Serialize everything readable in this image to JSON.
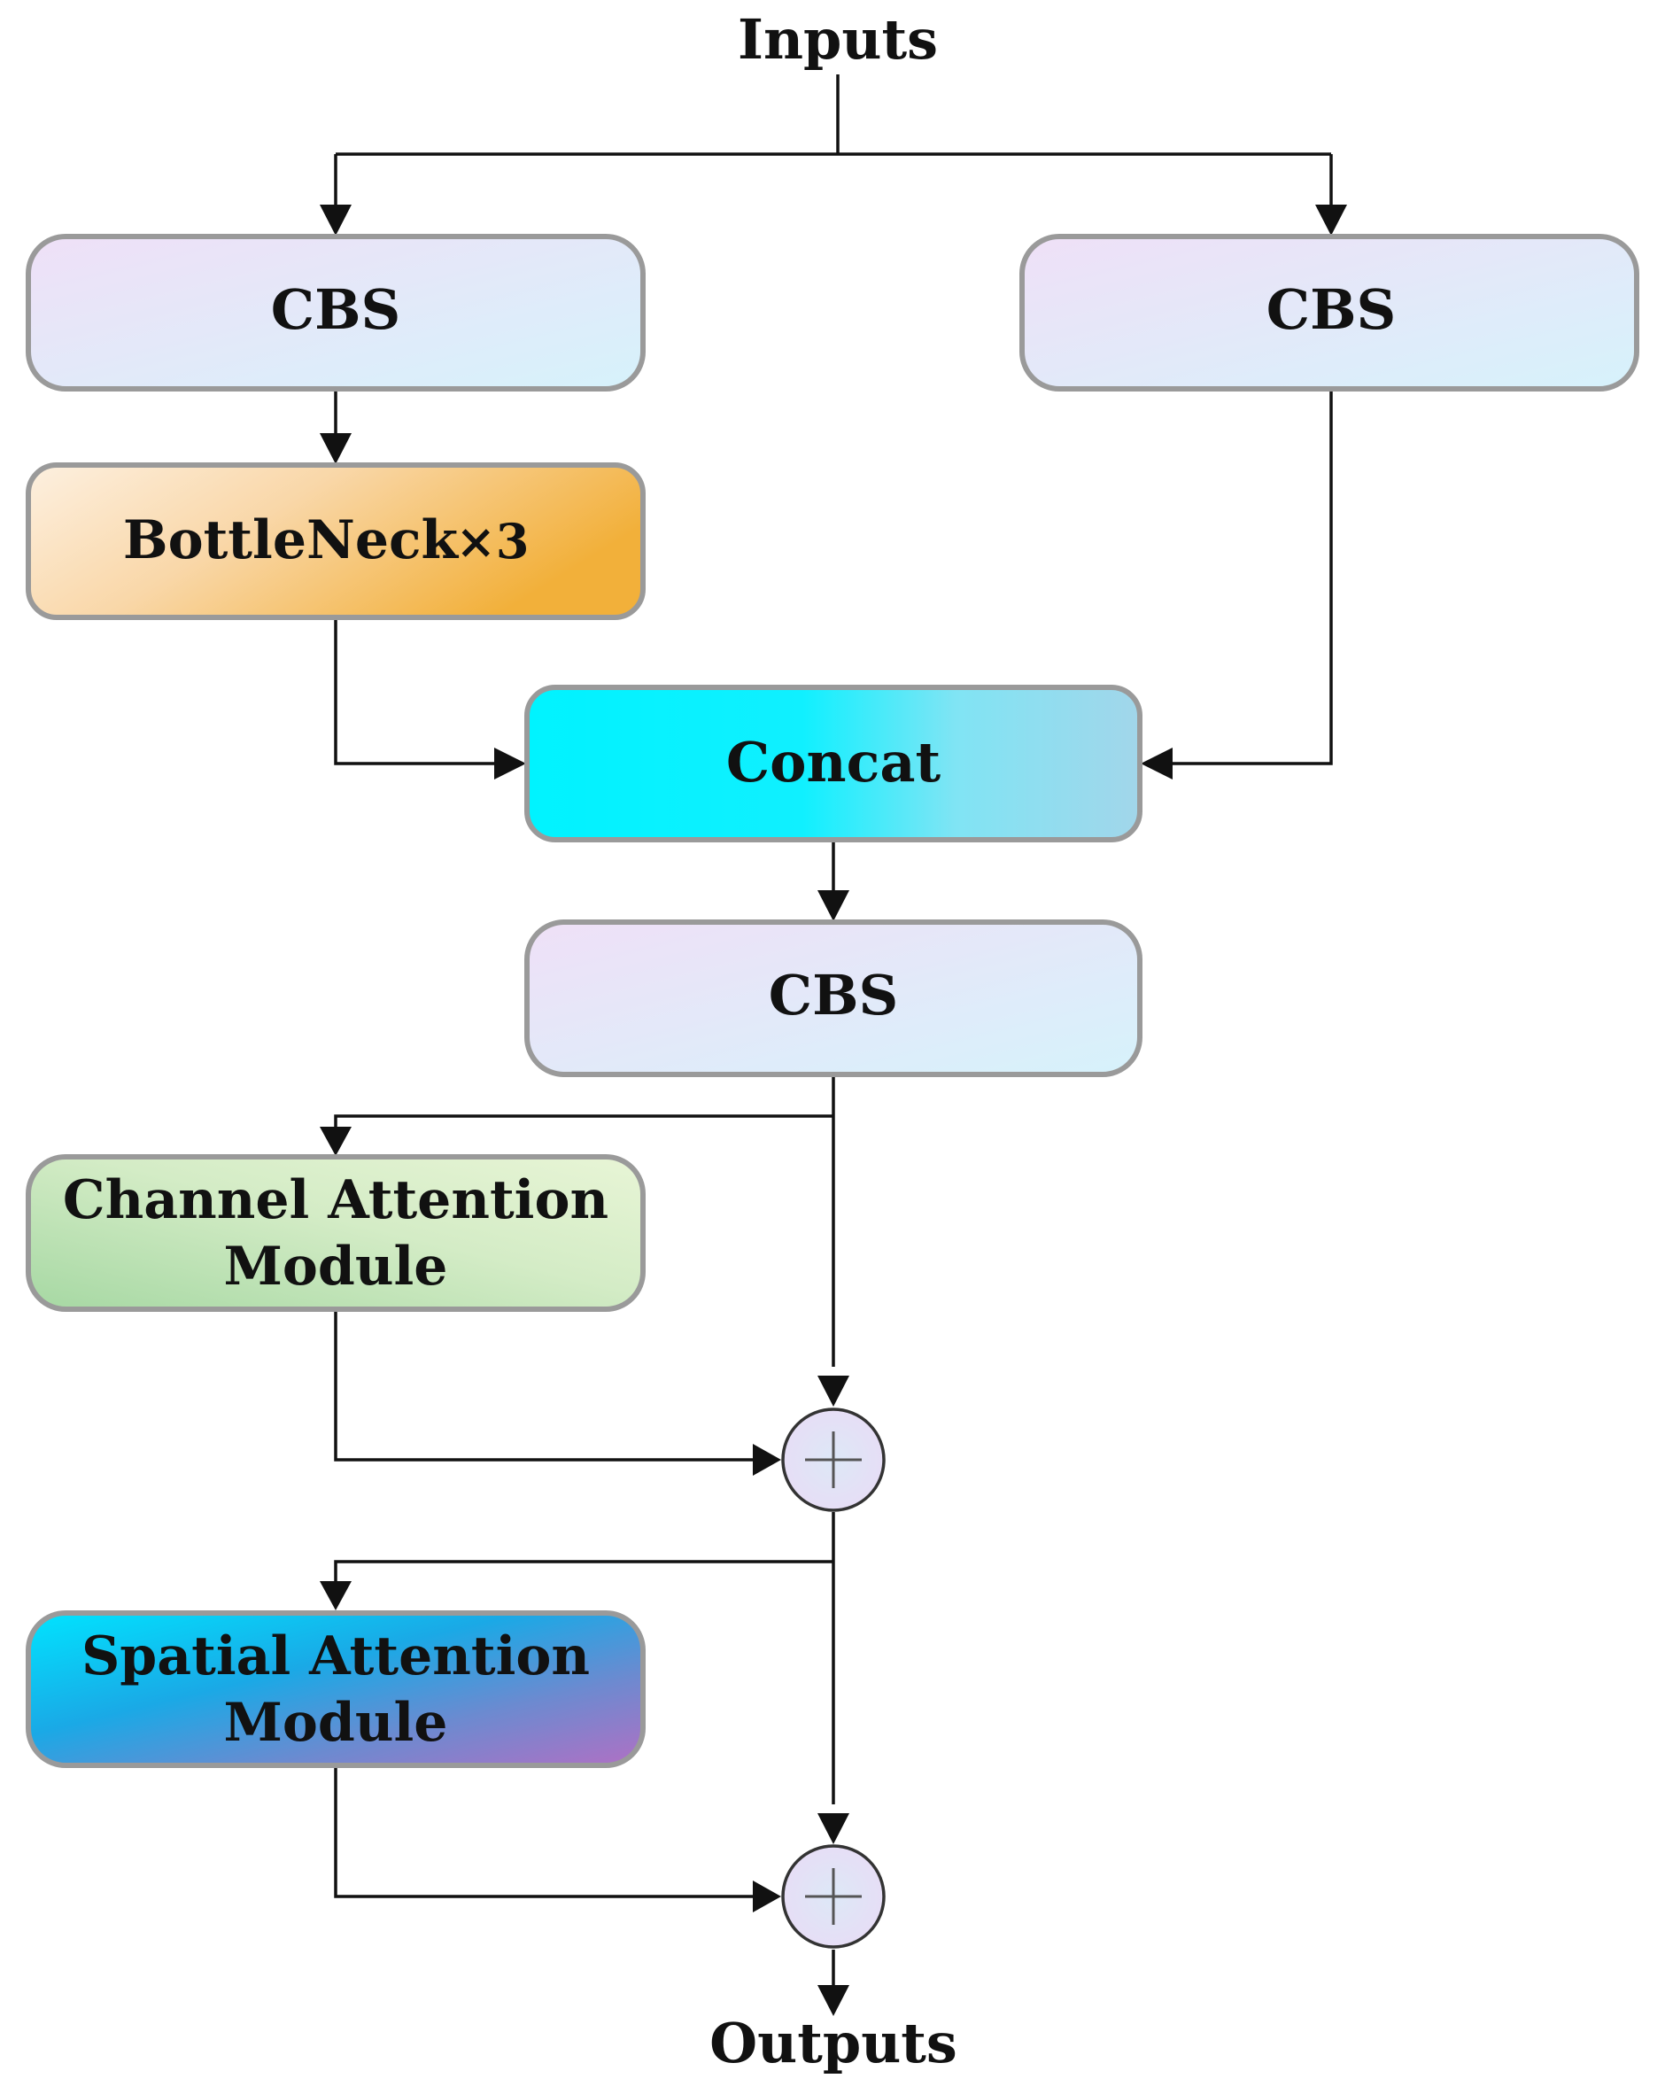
{
  "diagram": {
    "input_label": "Inputs",
    "output_label": "Outputs",
    "nodes": {
      "cbs_left": {
        "label": "CBS",
        "fill": "cbs-grad"
      },
      "cbs_right": {
        "label": "CBS",
        "fill": "cbs-grad"
      },
      "bottleneck": {
        "label": "BottleNeck",
        "multiplier": "×3",
        "fill": "bottleneck-grad"
      },
      "concat": {
        "label": "Concat",
        "fill": "concat-grad"
      },
      "cbs_mid": {
        "label": "CBS",
        "fill": "cbs-grad"
      },
      "channel_attention": {
        "line1": "Channel Attention",
        "line2": "Module",
        "fill": "channel-grad"
      },
      "spatial_attention": {
        "line1": "Spatial Attention",
        "line2": "Module",
        "fill": "spatial-grad"
      }
    },
    "operators": {
      "add_1": {
        "symbol": "plus-icon"
      },
      "add_2": {
        "symbol": "plus-icon"
      }
    },
    "colors": {
      "cbs": [
        "#efe0f7",
        "#d7f1fb"
      ],
      "bottleneck": [
        "#fdebd6",
        "#f3b23c"
      ],
      "concat": [
        "#00f4ff",
        "#a3d6ea"
      ],
      "channel": [
        "#a7d9a4",
        "#e6f4d1"
      ],
      "spatial": [
        "#00dcff",
        "#b073c4"
      ],
      "border": "#9a9a9a",
      "line": "#111111"
    }
  }
}
